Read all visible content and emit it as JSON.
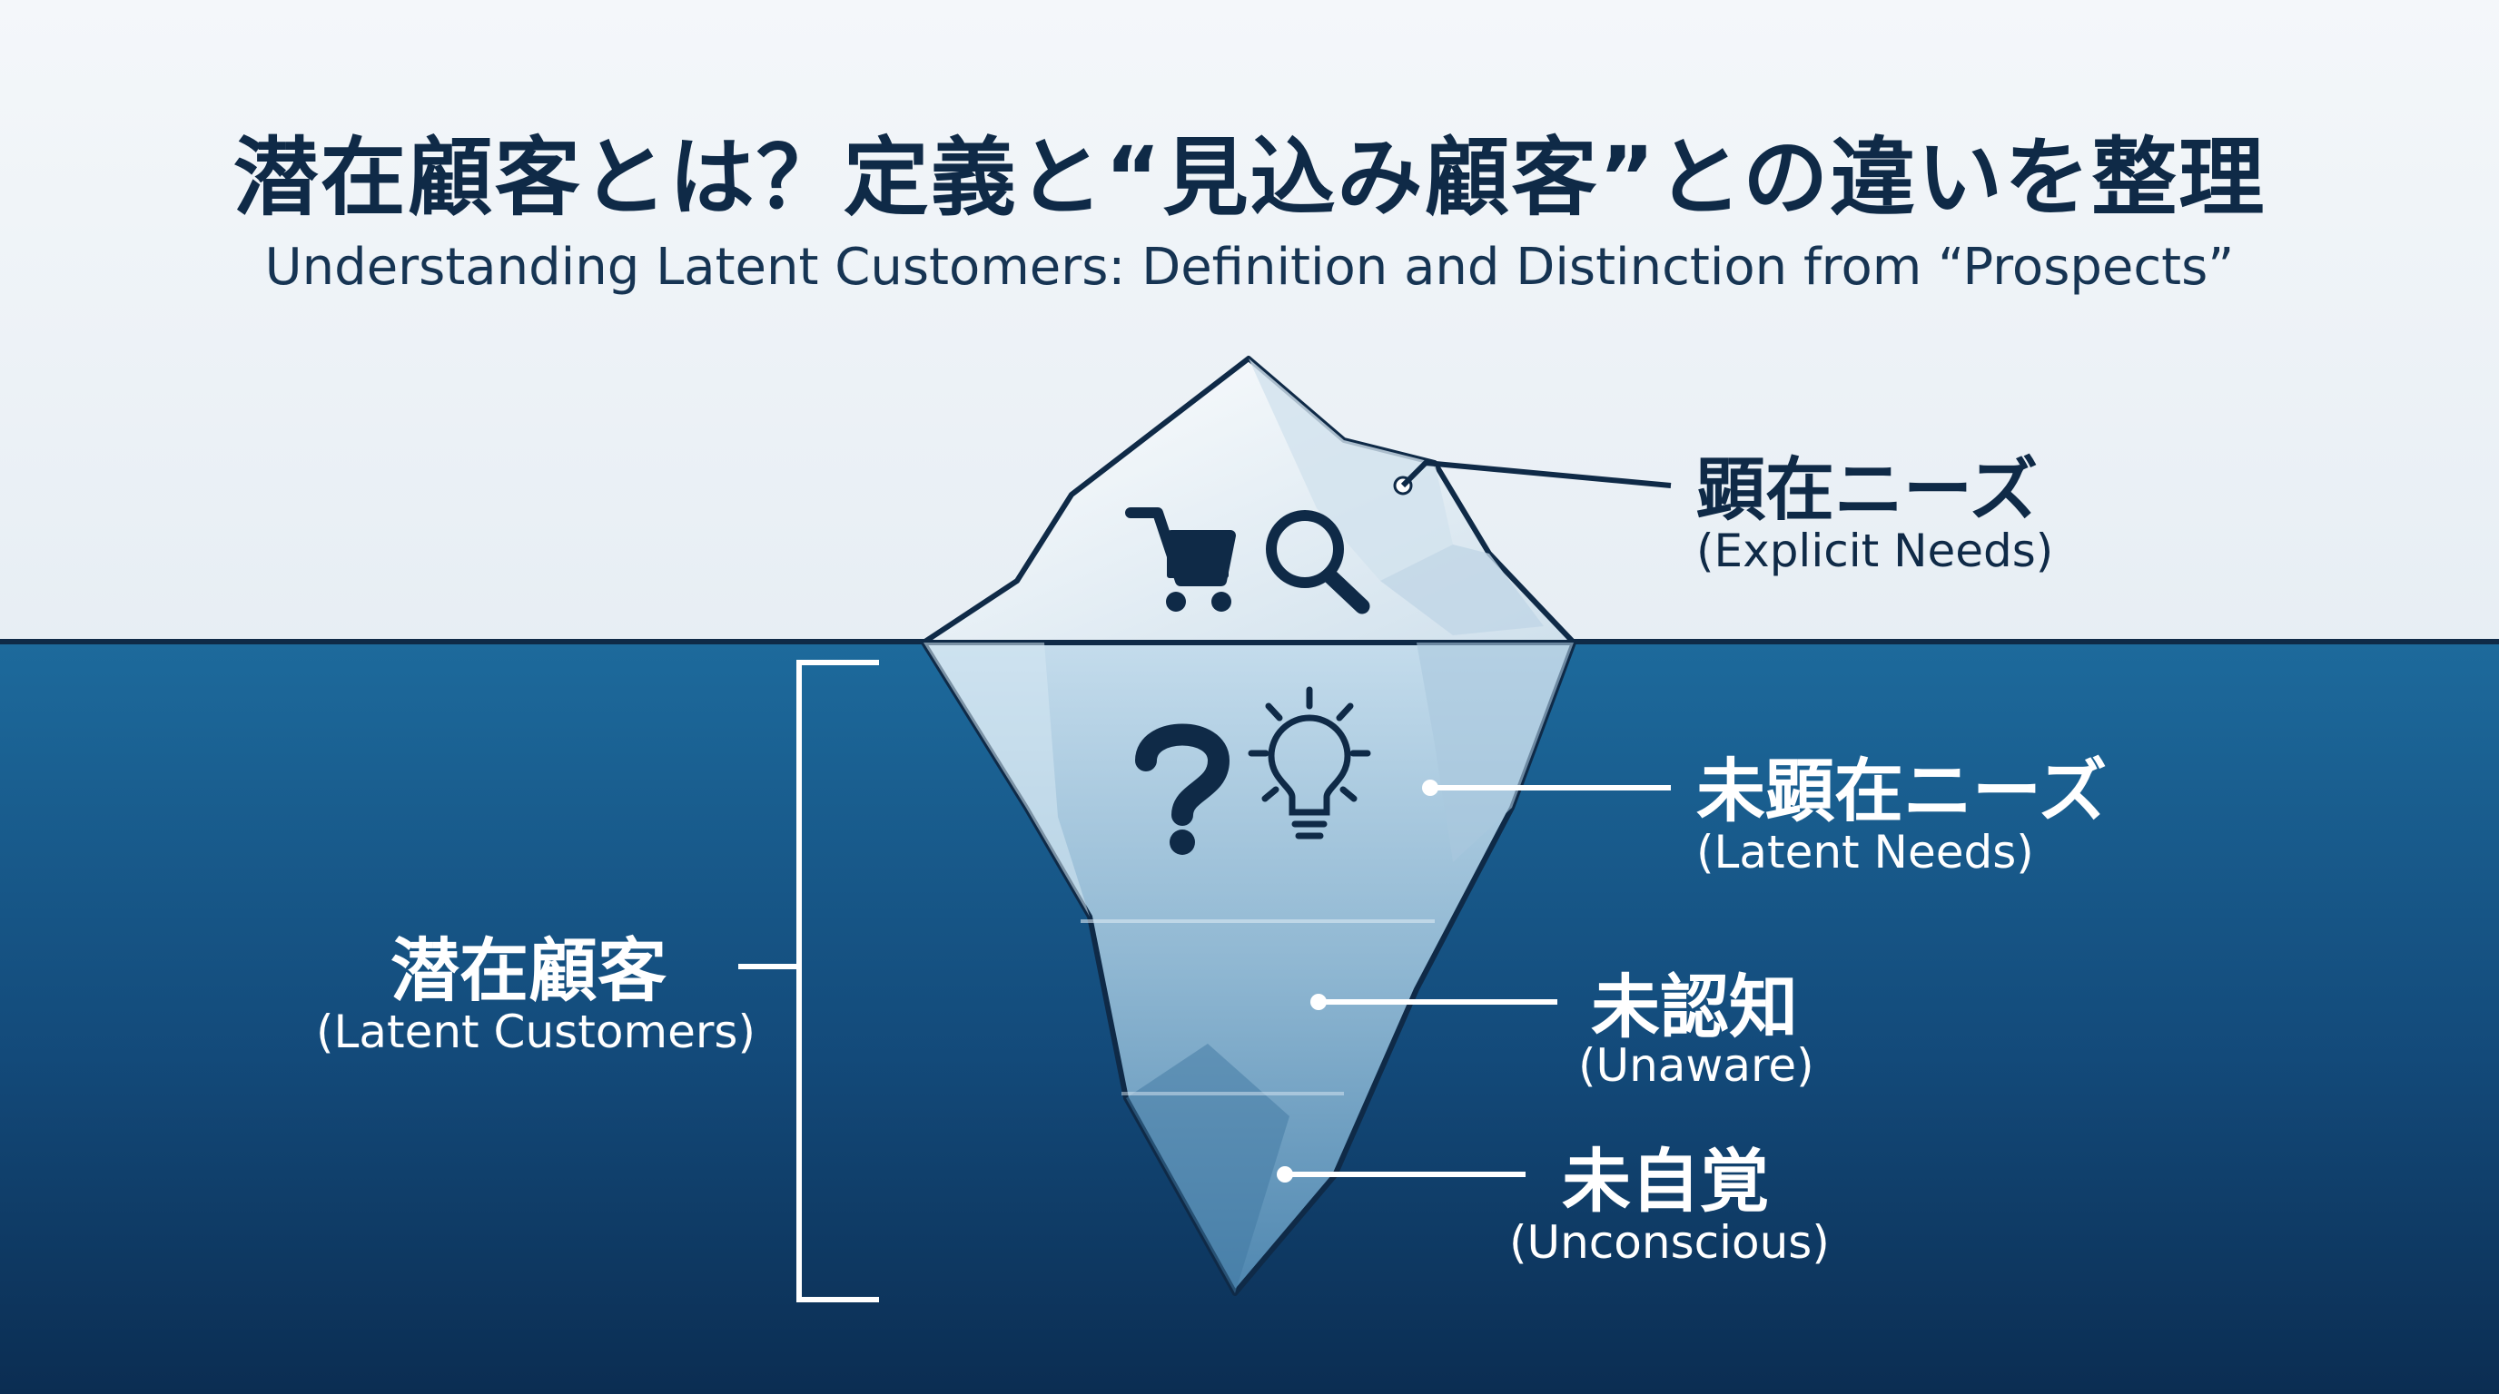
{
  "title": "潜在顧客とは？定義と“見込み顧客”との違いを整理",
  "subtitle": "Understanding Latent Customers: Definition and Distinction from “Prospects”",
  "colors": {
    "background": "#eef2f6",
    "text_dark": "#0f2a47",
    "water_top": "#1d6a9c",
    "water_bottom": "#0b2d52",
    "ice_light": "#e6eff6",
    "white": "#ffffff"
  },
  "icons": {
    "above_water": [
      "shopping-cart-icon",
      "magnifier-icon"
    ],
    "below_water": [
      "question-mark-icon",
      "lightbulb-icon"
    ]
  },
  "labels": {
    "explicit_needs": {
      "jp": "顕在ニーズ",
      "en": "(Explicit Needs)"
    },
    "latent_needs": {
      "jp": "未顕在ニーズ",
      "en": "(Latent Needs)"
    },
    "unaware": {
      "jp": "未認知",
      "en": "(Unaware)"
    },
    "unconscious": {
      "jp": "未自覚",
      "en": "(Unconscious)"
    },
    "latent_customers": {
      "jp": "潜在顧客",
      "en": "(Latent Customers)"
    }
  }
}
